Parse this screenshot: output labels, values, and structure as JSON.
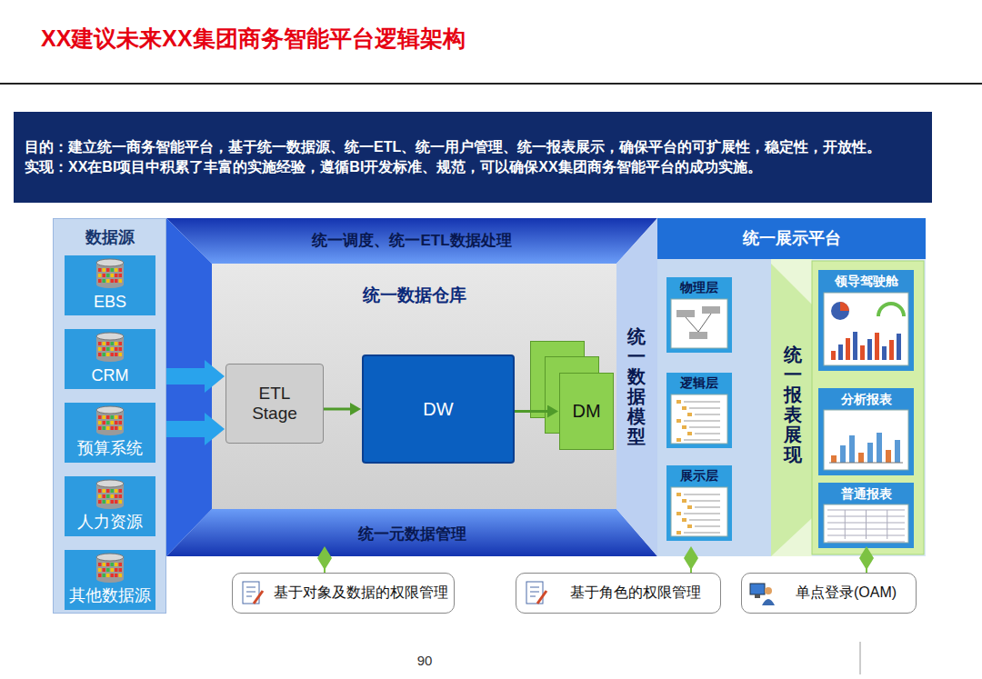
{
  "diagram": {
    "title": "XX建议未来XX集团商务智能平台逻辑架构",
    "nodes": [
      {
        "text": [
          "目的：建立统一商务智能平台，基于统一数据源、统一ETL、统一用户管理、统一报表展示，确保平台的可扩展性，稳定性，开放性。",
          "实现：XX在BI项目中积累了丰富的实施经验，遵循BI开发标准、规范，可以确保XX集团商务智能平台的成功实施。"
        ]
      },
      {
        "text": [
          "数据源"
        ]
      },
      {
        "text": [
          "EBS"
        ],
        "in": 1
      },
      {
        "text": [
          "CRM"
        ],
        "in": 1
      },
      {
        "text": [
          "预算系统"
        ],
        "in": 1
      },
      {
        "text": [
          "人力资源"
        ],
        "in": 1
      },
      {
        "text": [
          "其他数据源"
        ],
        "in": 1
      },
      {
        "text": [
          "统一调度、统一ETL数据处理",
          "统一元数据管理"
        ]
      },
      {
        "text": [
          "统一数据仓库"
        ],
        "in": 7
      },
      {
        "text": [
          "ETL Stage"
        ],
        "in": 8
      },
      {
        "text": [
          "DW"
        ],
        "in": 8
      },
      {
        "text": [
          "DM"
        ],
        "in": 8
      },
      {
        "text": [
          "统一数据模型"
        ],
        "in": 7
      },
      {
        "text": [
          "统一展示平台"
        ]
      },
      {
        "text": [
          "物理层"
        ],
        "in": 13
      },
      {
        "text": [
          "逻辑层"
        ],
        "in": 13
      },
      {
        "text": [
          "展示层"
        ],
        "in": 13
      },
      {
        "text": [
          "统一报表展现"
        ],
        "in": 13
      },
      {
        "text": [
          "领导驾驶舱"
        ],
        "in": 13
      },
      {
        "text": [
          "分析报表"
        ],
        "in": 13
      },
      {
        "text": [
          "普通报表"
        ],
        "in": 13
      },
      {
        "text": [
          "基于对象及数据的权限管理"
        ]
      },
      {
        "text": [
          "基于角色的权限管理"
        ]
      },
      {
        "text": [
          "单点登录(OAM)"
        ]
      }
    ],
    "edges": [
      {
        "from": 1,
        "to": 9,
        "arrow": "to"
      },
      {
        "from": 1,
        "to": 9,
        "arrow": "to"
      },
      {
        "from": 9,
        "to": 10,
        "arrow": "to"
      },
      {
        "from": 10,
        "to": 11,
        "arrow": "to"
      },
      {
        "from": 21,
        "to": 7,
        "arrow": "none"
      },
      {
        "from": 22,
        "to": 13,
        "arrow": "none"
      },
      {
        "from": 23,
        "to": 13,
        "arrow": "none"
      }
    ],
    "labels": [
      "90"
    ]
  }
}
